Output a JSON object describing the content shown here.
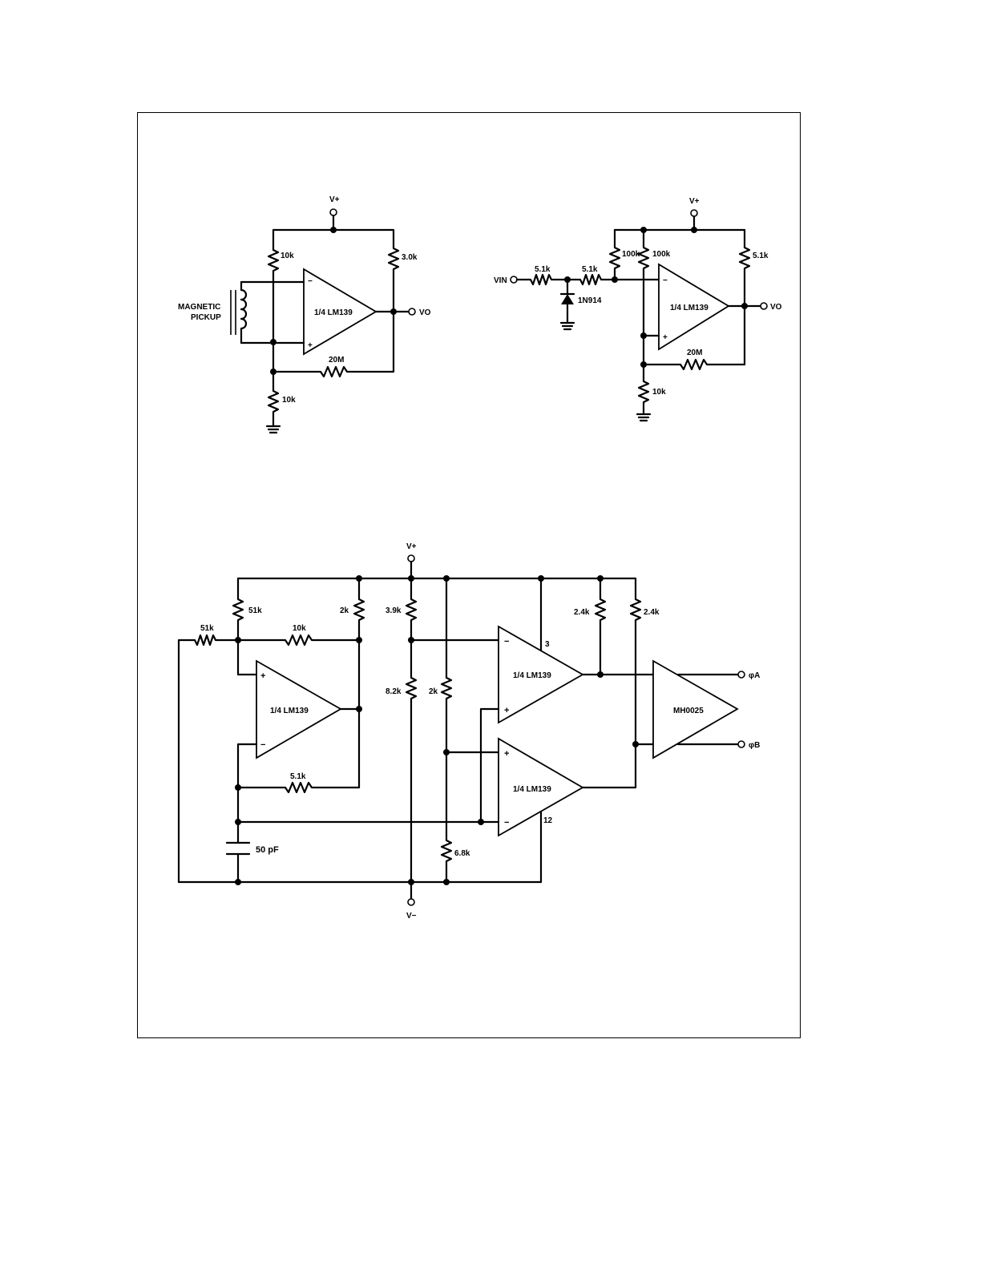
{
  "circuit1": {
    "supply": "V+",
    "r_top": "10k",
    "r_load": "3.0k",
    "input_label_line1": "MAGNETIC",
    "input_label_line2": "PICKUP",
    "opamp": "1/4 LM139",
    "minus": "−",
    "plus": "+",
    "output": "VO",
    "r_feedback": "20M",
    "r_bottom": "10k"
  },
  "circuit2": {
    "supply": "V+",
    "input": "VIN",
    "r_in1": "5.1k",
    "r_in2": "5.1k",
    "diode": "1N914",
    "r_a": "100k",
    "r_b": "100k",
    "r_load": "5.1k",
    "opamp": "1/4 LM139",
    "minus": "−",
    "plus": "+",
    "output": "VO",
    "r_feedback": "20M",
    "r_bottom": "10k"
  },
  "circuit3": {
    "supply_pos": "V+",
    "supply_neg": "V−",
    "r1": "51k",
    "r2": "51k",
    "r3": "10k",
    "r4": "2k",
    "r5": "3.9k",
    "r6": "8.2k",
    "r7": "2k",
    "r8": "6.8k",
    "r9": "2.4k",
    "r10": "2.4k",
    "r11": "5.1k",
    "cap": "50 pF",
    "opamp1": "1/4 LM139",
    "opamp2": "1/4 LM139",
    "opamp3": "1/4 LM139",
    "driver": "MH0025",
    "pin_top": "3",
    "pin_bottom": "12",
    "minus": "−",
    "plus": "+",
    "out_a": "φA",
    "out_b": "φB"
  }
}
